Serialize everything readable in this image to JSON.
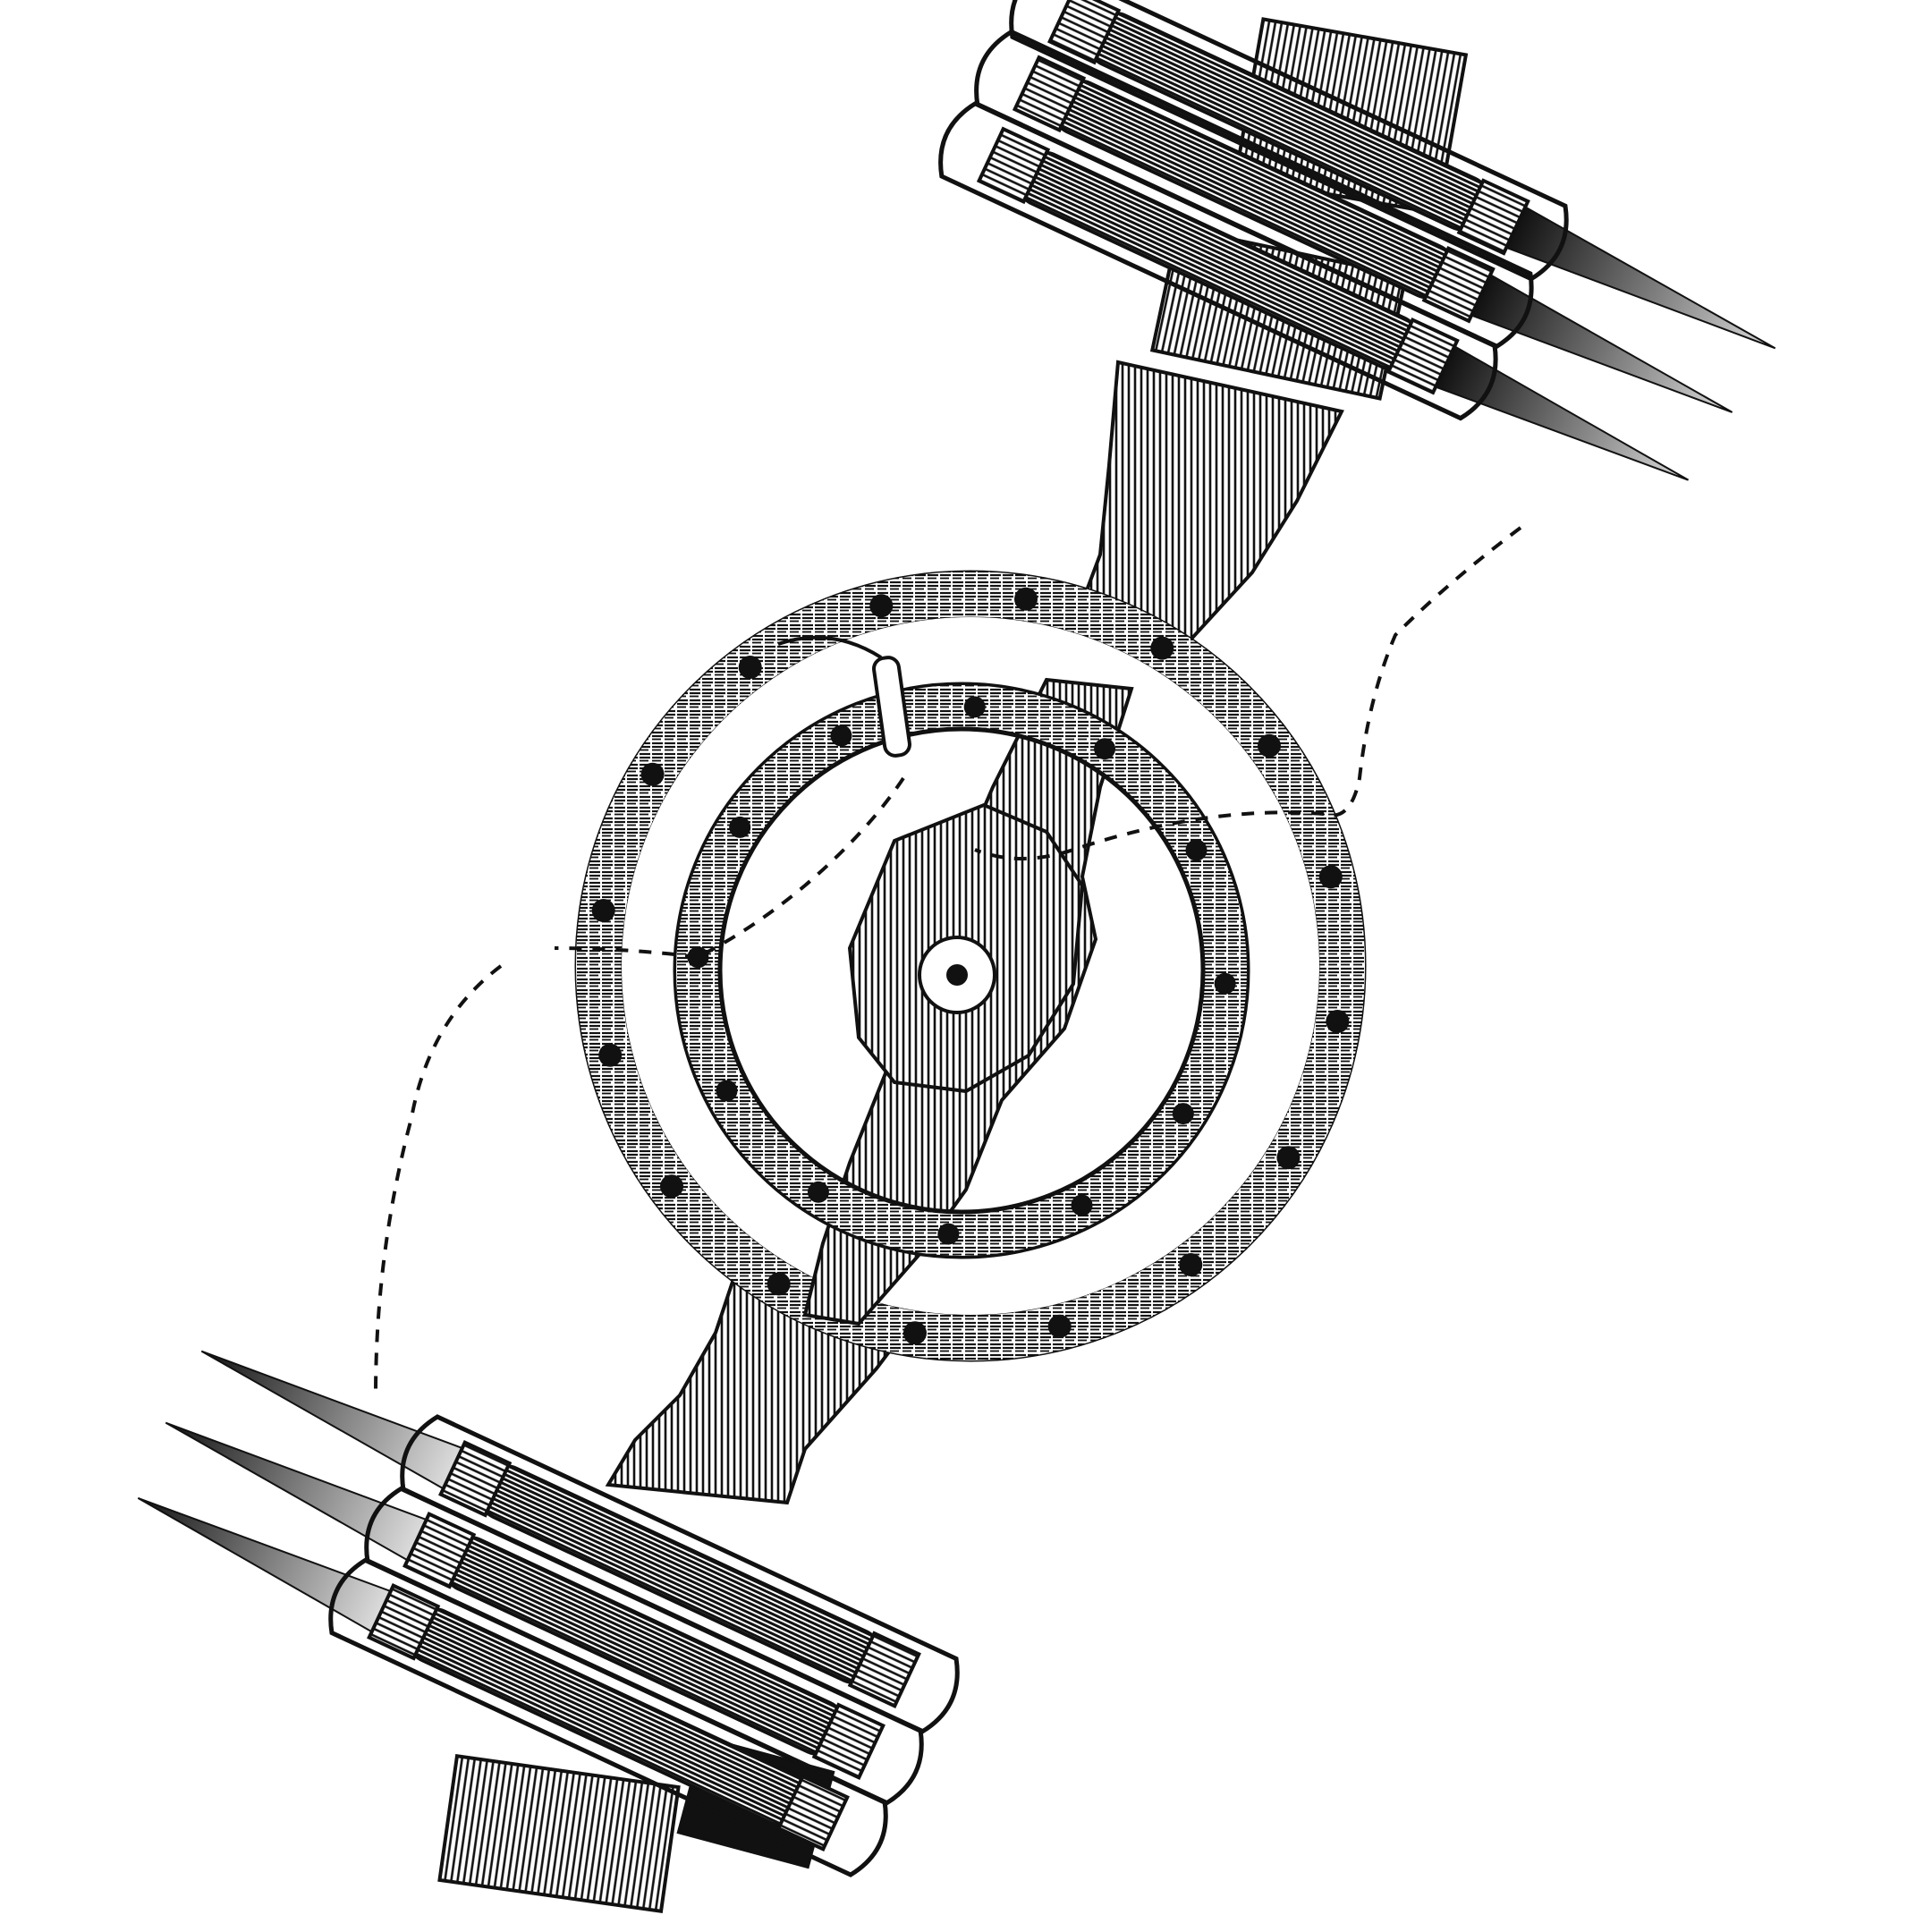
{
  "illustration": {
    "ink_color": "#111111",
    "paper_color": "#ffffff",
    "outer_ring_bolt_count": 16,
    "inner_ring_bolt_count": 12,
    "brush_assembly_count": 2,
    "tubes_per_assembly": 3
  }
}
